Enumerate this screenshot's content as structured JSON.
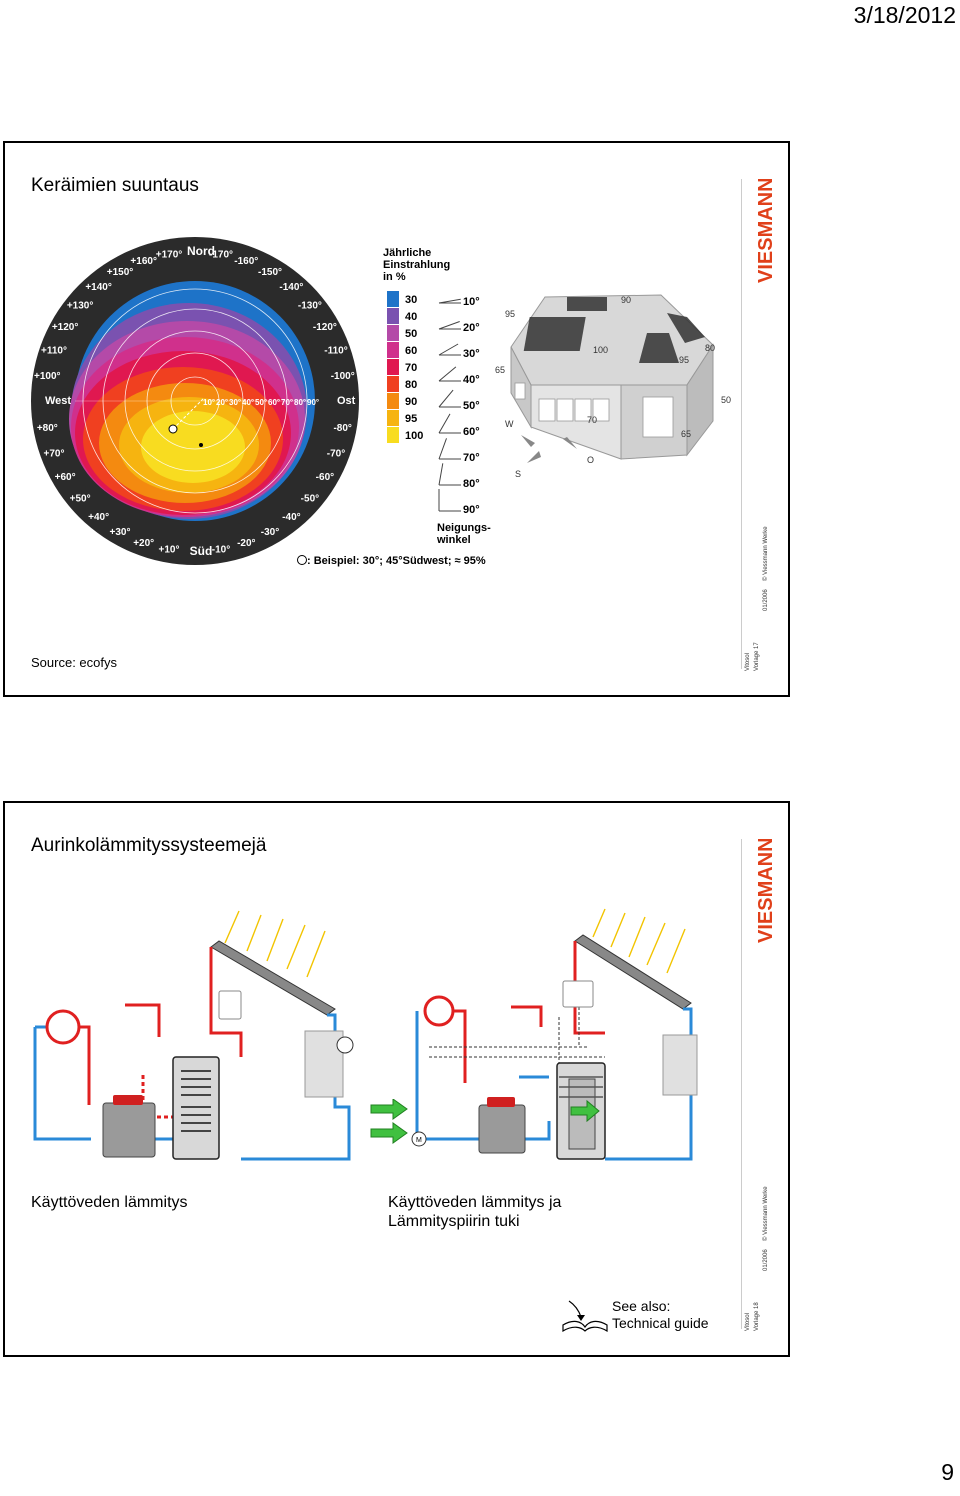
{
  "header": {
    "date": "3/18/2012"
  },
  "page": {
    "number": "9"
  },
  "brand": {
    "logo_text": "VIESMANN",
    "logo_color": "#e0401a"
  },
  "slide1": {
    "title": "Keräimien suuntaus",
    "source": "Source: ecofys",
    "footer": {
      "doc": "Vitosol",
      "vorlage": "Vorlage 17",
      "date": "01/2006",
      "copyright": "© Viessmann Werke"
    },
    "dial": {
      "north": "Nord",
      "south": "Süd",
      "west": "West",
      "east": "Ost",
      "left_labels": [
        "+170°",
        "+160°",
        "+150°",
        "+140°",
        "+130°",
        "+120°",
        "+110°",
        "+100°",
        "+80°",
        "+70°",
        "+60°",
        "+50°",
        "+40°",
        "+30°",
        "+20°",
        "+10°"
      ],
      "right_labels": [
        "-170°",
        "-160°",
        "-150°",
        "-140°",
        "-130°",
        "-120°",
        "-110°",
        "-100°",
        "-80°",
        "-70°",
        "-60°",
        "-50°",
        "-40°",
        "-30°",
        "-20°",
        "-10°"
      ],
      "radial_labels": [
        "10°",
        "20°",
        "30°",
        "40°",
        "50°",
        "60°",
        "70°",
        "80°",
        "90°"
      ]
    },
    "legend": {
      "title_line1": "Jährliche",
      "title_line2": "Einstrahlung",
      "title_line3": "in %",
      "items": [
        {
          "value": "30",
          "color": "#1e73c8"
        },
        {
          "value": "40",
          "color": "#7a52b0"
        },
        {
          "value": "50",
          "color": "#b44aa8"
        },
        {
          "value": "60",
          "color": "#d0308c"
        },
        {
          "value": "70",
          "color": "#e01850"
        },
        {
          "value": "80",
          "color": "#f04020"
        },
        {
          "value": "90",
          "color": "#f48a10"
        },
        {
          "value": "95",
          "color": "#f6b410"
        },
        {
          "value": "100",
          "color": "#f8dc20"
        }
      ],
      "angles": [
        "10°",
        "20°",
        "30°",
        "40°",
        "50°",
        "60°",
        "70°",
        "80°",
        "90°"
      ],
      "angle_title_line1": "Neigungs-",
      "angle_title_line2": "winkel",
      "example": ": Beispiel: 30°; 45°Südwest; ≈ 95%"
    },
    "house": {
      "values": [
        "95",
        "90",
        "100",
        "95",
        "80",
        "65",
        "70",
        "65",
        "50"
      ],
      "directions": [
        "W",
        "S",
        "O"
      ]
    }
  },
  "slide2": {
    "title": "Aurinkolämmityssysteemejä",
    "caption_left": "Käyttöveden lämmitys",
    "caption_right_line1": "Käyttöveden lämmitys ja",
    "caption_right_line2": "Lämmityspiirin  tuki",
    "see_also_line1": "See also:",
    "see_also_line2": "Technical guide",
    "footer": {
      "doc": "Vitosol",
      "vorlage": "Vorlage 18",
      "date": "01/2006",
      "copyright": "© Viessmann Werke"
    },
    "pump_label": "M"
  }
}
